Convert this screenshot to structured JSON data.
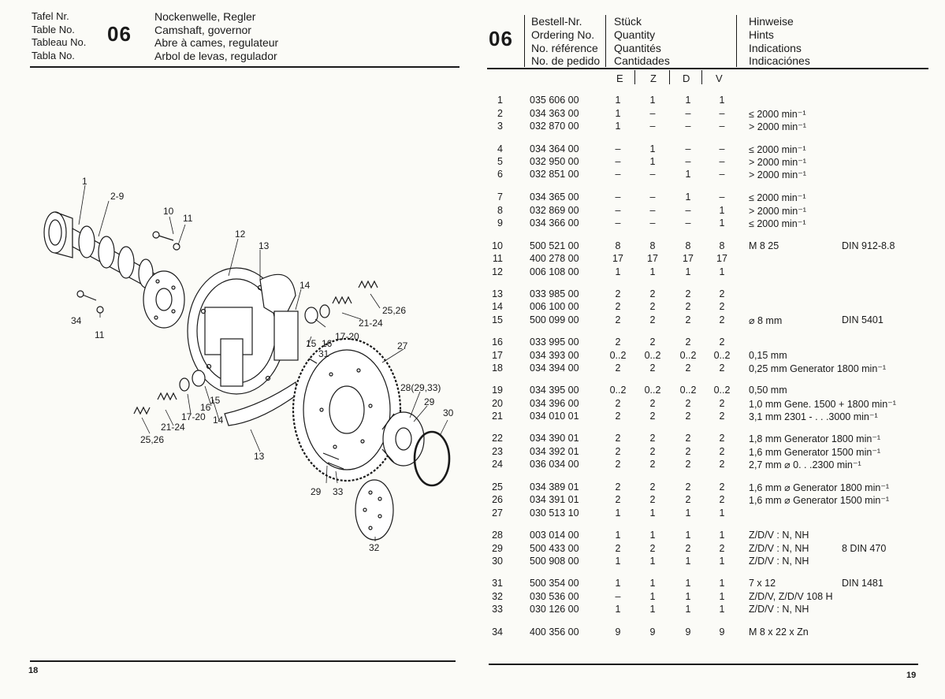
{
  "left_header": {
    "labels": [
      "Tafel Nr.",
      "Table No.",
      "Tableau No.",
      "Tabla No."
    ],
    "table_no": "06",
    "titles": [
      "Nockenwelle, Regler",
      "Camshaft, governor",
      "Abre à cames, regulateur",
      "Arbol de levas, regulador"
    ]
  },
  "right_header": {
    "table_no": "06",
    "order_col": [
      "Bestell-Nr.",
      "Ordering No.",
      "No. référence",
      "No. de pedido"
    ],
    "qty_col": [
      "Stück",
      "Quantity",
      "Quantités",
      "Cantidades"
    ],
    "hints_col": [
      "Hinweise",
      "Hints",
      "Indications",
      "Indicaciónes"
    ],
    "variants": [
      "E",
      "Z",
      "D",
      "V"
    ]
  },
  "diagram_labels": [
    "1",
    "2-9",
    "10",
    "11",
    "12",
    "13",
    "14",
    "25,26",
    "21-24",
    "34",
    "11",
    "15",
    "16",
    "17-20",
    "31",
    "27",
    "28(29,33)",
    "29",
    "30",
    "16",
    "15",
    "14",
    "17-20",
    "21-24",
    "25,26",
    "13",
    "29",
    "33",
    "32"
  ],
  "parts": [
    {
      "pos": "1",
      "no": "035 606 00",
      "e": "1",
      "z": "1",
      "d": "1",
      "v": "1",
      "hint": "",
      "din": ""
    },
    {
      "pos": "2",
      "no": "034 363 00",
      "e": "1",
      "z": "–",
      "d": "–",
      "v": "–",
      "hint": "≤ 2000 min⁻¹",
      "din": ""
    },
    {
      "pos": "3",
      "no": "032 870 00",
      "e": "1",
      "z": "–",
      "d": "–",
      "v": "–",
      "hint": "> 2000 min⁻¹",
      "din": ""
    },
    {
      "pos": "4",
      "no": "034 364 00",
      "e": "–",
      "z": "1",
      "d": "–",
      "v": "–",
      "hint": "≤ 2000 min⁻¹",
      "din": ""
    },
    {
      "pos": "5",
      "no": "032 950 00",
      "e": "–",
      "z": "1",
      "d": "–",
      "v": "–",
      "hint": "> 2000 min⁻¹",
      "din": ""
    },
    {
      "pos": "6",
      "no": "032 851 00",
      "e": "–",
      "z": "–",
      "d": "1",
      "v": "–",
      "hint": "> 2000 min⁻¹",
      "din": ""
    },
    {
      "pos": "7",
      "no": "034 365 00",
      "e": "–",
      "z": "–",
      "d": "1",
      "v": "–",
      "hint": "≤ 2000 min⁻¹",
      "din": ""
    },
    {
      "pos": "8",
      "no": "032 869 00",
      "e": "–",
      "z": "–",
      "d": "–",
      "v": "1",
      "hint": "> 2000 min⁻¹",
      "din": ""
    },
    {
      "pos": "9",
      "no": "034 366 00",
      "e": "–",
      "z": "–",
      "d": "–",
      "v": "1",
      "hint": "≤ 2000 min⁻¹",
      "din": ""
    },
    {
      "pos": "10",
      "no": "500 521 00",
      "e": "8",
      "z": "8",
      "d": "8",
      "v": "8",
      "hint": "M 8 25",
      "din": "DIN 912-8.8"
    },
    {
      "pos": "11",
      "no": "400 278 00",
      "e": "17",
      "z": "17",
      "d": "17",
      "v": "17",
      "hint": "",
      "din": ""
    },
    {
      "pos": "12",
      "no": "006 108 00",
      "e": "1",
      "z": "1",
      "d": "1",
      "v": "1",
      "hint": "",
      "din": ""
    },
    {
      "pos": "13",
      "no": "033 985 00",
      "e": "2",
      "z": "2",
      "d": "2",
      "v": "2",
      "hint": "",
      "din": ""
    },
    {
      "pos": "14",
      "no": "006 100 00",
      "e": "2",
      "z": "2",
      "d": "2",
      "v": "2",
      "hint": "",
      "din": ""
    },
    {
      "pos": "15",
      "no": "500 099 00",
      "e": "2",
      "z": "2",
      "d": "2",
      "v": "2",
      "hint": "⌀ 8 mm",
      "din": "DIN 5401"
    },
    {
      "pos": "16",
      "no": "033 995 00",
      "e": "2",
      "z": "2",
      "d": "2",
      "v": "2",
      "hint": "",
      "din": ""
    },
    {
      "pos": "17",
      "no": "034 393 00",
      "e": "0..2",
      "z": "0..2",
      "d": "0..2",
      "v": "0..2",
      "hint": "0,15 mm",
      "din": ""
    },
    {
      "pos": "18",
      "no": "034 394 00",
      "e": "2",
      "z": "2",
      "d": "2",
      "v": "2",
      "hint": "0,25 mm Generator 1800 min⁻¹",
      "din": ""
    },
    {
      "pos": "19",
      "no": "034 395 00",
      "e": "0..2",
      "z": "0..2",
      "d": "0..2",
      "v": "0..2",
      "hint": "0,50 mm",
      "din": ""
    },
    {
      "pos": "20",
      "no": "034 396 00",
      "e": "2",
      "z": "2",
      "d": "2",
      "v": "2",
      "hint": "1,0 mm Gene. 1500 + 1800 min⁻¹",
      "din": ""
    },
    {
      "pos": "21",
      "no": "034 010 01",
      "e": "2",
      "z": "2",
      "d": "2",
      "v": "2",
      "hint": "3,1 mm 2301 - . . .3000 min⁻¹",
      "din": ""
    },
    {
      "pos": "22",
      "no": "034 390 01",
      "e": "2",
      "z": "2",
      "d": "2",
      "v": "2",
      "hint": "1,8 mm Generator 1800 min⁻¹",
      "din": ""
    },
    {
      "pos": "23",
      "no": "034 392 01",
      "e": "2",
      "z": "2",
      "d": "2",
      "v": "2",
      "hint": "1,6 mm Generator 1500 min⁻¹",
      "din": ""
    },
    {
      "pos": "24",
      "no": "036 034 00",
      "e": "2",
      "z": "2",
      "d": "2",
      "v": "2",
      "hint": "2,7 mm ⌀ 0. . .2300 min⁻¹",
      "din": ""
    },
    {
      "pos": "25",
      "no": "034 389 01",
      "e": "2",
      "z": "2",
      "d": "2",
      "v": "2",
      "hint": "1,6 mm ⌀ Generator 1800 min⁻¹",
      "din": ""
    },
    {
      "pos": "26",
      "no": "034 391 01",
      "e": "2",
      "z": "2",
      "d": "2",
      "v": "2",
      "hint": "1,6 mm ⌀ Generator 1500 min⁻¹",
      "din": ""
    },
    {
      "pos": "27",
      "no": "030 513 10",
      "e": "1",
      "z": "1",
      "d": "1",
      "v": "1",
      "hint": "",
      "din": ""
    },
    {
      "pos": "28",
      "no": "003 014 00",
      "e": "1",
      "z": "1",
      "d": "1",
      "v": "1",
      "hint": "Z/D/V : N, NH",
      "din": ""
    },
    {
      "pos": "29",
      "no": "500 433 00",
      "e": "2",
      "z": "2",
      "d": "2",
      "v": "2",
      "hint": "Z/D/V : N, NH",
      "din": "8 DIN 470"
    },
    {
      "pos": "30",
      "no": "500 908 00",
      "e": "1",
      "z": "1",
      "d": "1",
      "v": "1",
      "hint": "Z/D/V : N, NH",
      "din": ""
    },
    {
      "pos": "31",
      "no": "500 354 00",
      "e": "1",
      "z": "1",
      "d": "1",
      "v": "1",
      "hint": "7 x 12",
      "din": "DIN 1481"
    },
    {
      "pos": "32",
      "no": "030 536 00",
      "e": "–",
      "z": "1",
      "d": "1",
      "v": "1",
      "hint": "Z/D/V, Z/D/V 108 H",
      "din": ""
    },
    {
      "pos": "33",
      "no": "030 126 00",
      "e": "1",
      "z": "1",
      "d": "1",
      "v": "1",
      "hint": "Z/D/V : N, NH",
      "din": ""
    },
    {
      "pos": "34",
      "no": "400 356 00",
      "e": "9",
      "z": "9",
      "d": "9",
      "v": "9",
      "hint": "M 8 x 22 x Zn",
      "din": ""
    }
  ],
  "page_left": "18",
  "page_right": "19"
}
